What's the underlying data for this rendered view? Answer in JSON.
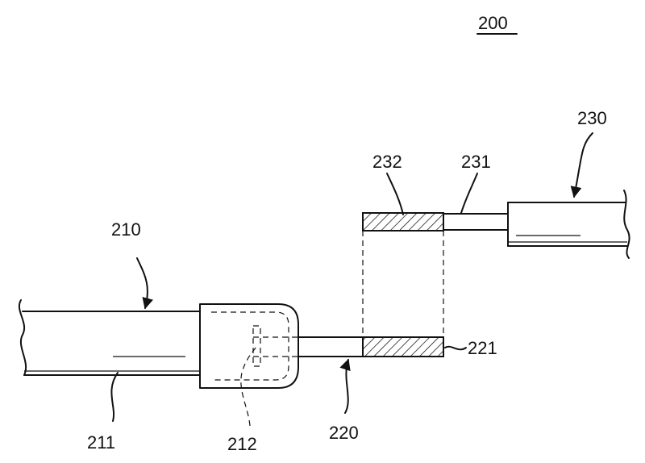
{
  "figure": {
    "number": "200"
  },
  "labels": {
    "l210": "210",
    "l211": "211",
    "l212": "212",
    "l220": "220",
    "l221": "221",
    "l230": "230",
    "l231": "231",
    "l232": "232"
  }
}
